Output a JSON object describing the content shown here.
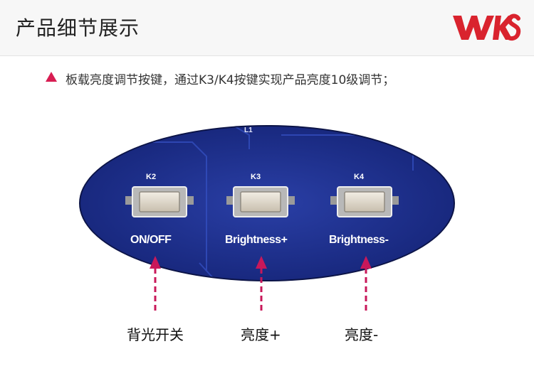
{
  "header": {
    "title": "产品细节展示",
    "brand": "WKS",
    "brand_color": "#d9232e"
  },
  "note": {
    "bullet_color": "#d81d52",
    "text": "板载亮度调节按键，通过K3/K4按键实现产品亮度10级调节；"
  },
  "board": {
    "silkscreen_top": "L1",
    "pcb_color": "#1c2f8c",
    "buttons": [
      {
        "id": "K2",
        "caption": "ON/OFF",
        "callout": "背光开关"
      },
      {
        "id": "K3",
        "caption": "Brightness+",
        "callout": "亮度+"
      },
      {
        "id": "K4",
        "caption": "Brightness-",
        "callout": "亮度-"
      }
    ],
    "arrow_color": "#c8185a"
  }
}
